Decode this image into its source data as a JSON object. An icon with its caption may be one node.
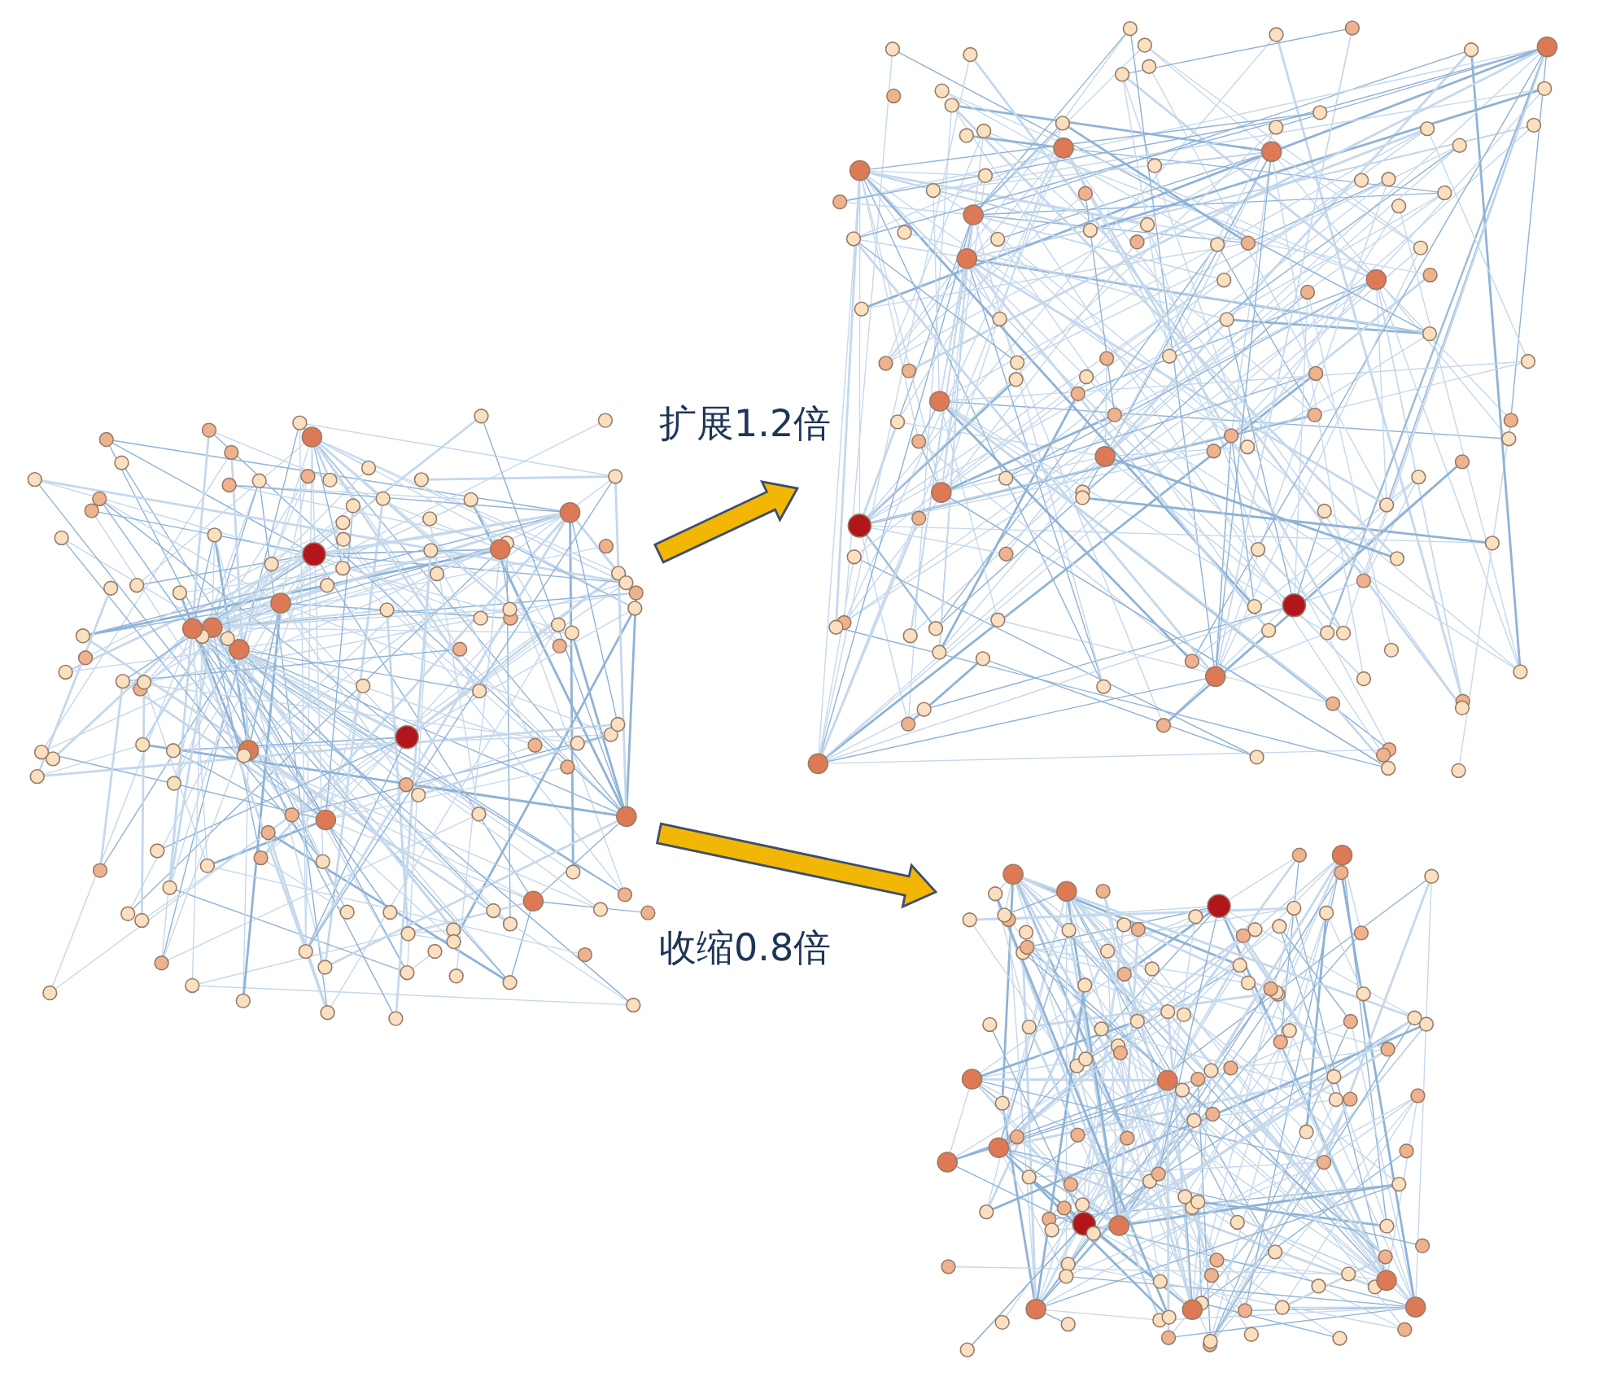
{
  "diagram": {
    "nodes": [
      {
        "text": [],
        "shape": "picture"
      },
      {
        "text": [],
        "shape": "picture"
      },
      {
        "text": [],
        "shape": "picture"
      }
    ],
    "edges": [
      {
        "from": 0,
        "to": 1,
        "arrow": "to",
        "label": "扩展1.2倍"
      },
      {
        "from": 0,
        "to": 2,
        "arrow": "to",
        "label": "收缩0.8倍"
      }
    ]
  }
}
